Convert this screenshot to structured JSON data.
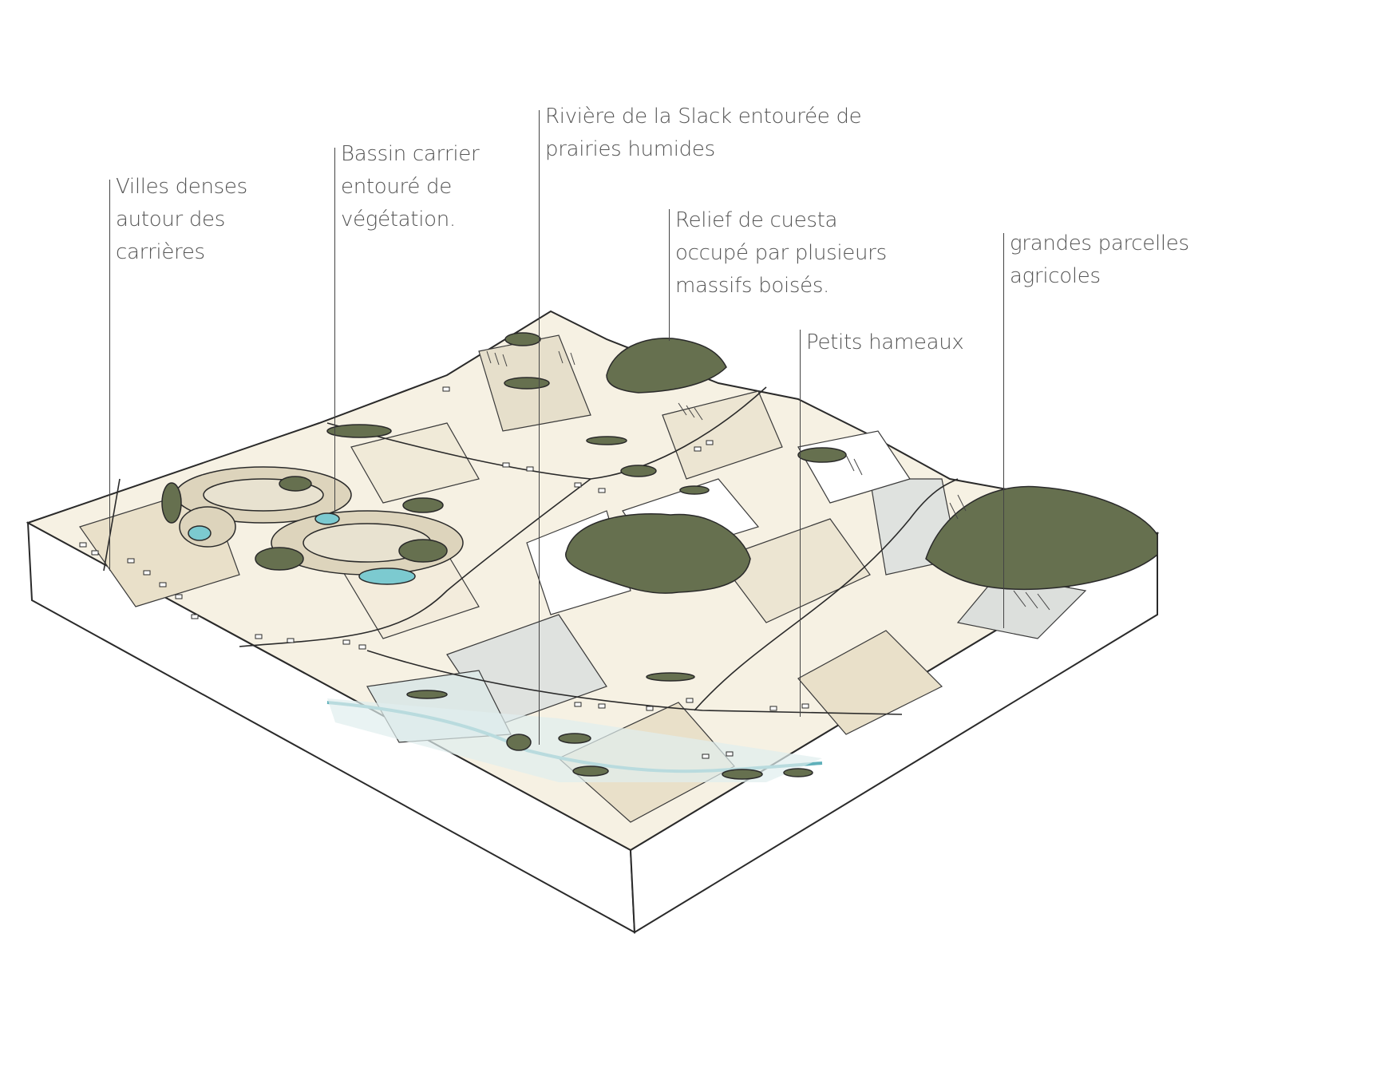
{
  "labels": [
    {
      "id": "villes",
      "lines": [
        "Villes denses",
        "autour des",
        "carrières"
      ]
    },
    {
      "id": "bassin",
      "lines": [
        "Bassin carrier",
        "entouré de",
        "végétation."
      ]
    },
    {
      "id": "riviere",
      "lines": [
        "Rivière de la Slack entourée de",
        "prairies humides"
      ]
    },
    {
      "id": "relief",
      "lines": [
        "Relief de cuesta",
        "occupé par plusieurs",
        "massifs boisés."
      ]
    },
    {
      "id": "hameaux",
      "lines": [
        "Petits hameaux"
      ]
    },
    {
      "id": "parcelles",
      "lines": [
        "grandes parcelles",
        "agricoles"
      ]
    }
  ],
  "colors": {
    "forest": "#66704f",
    "field_light": "#f6f1e3",
    "field_tan": "#e9e0c9",
    "field_grey": "#dfe2df",
    "water": "#7ccad0",
    "outline": "#2a2a2a"
  }
}
